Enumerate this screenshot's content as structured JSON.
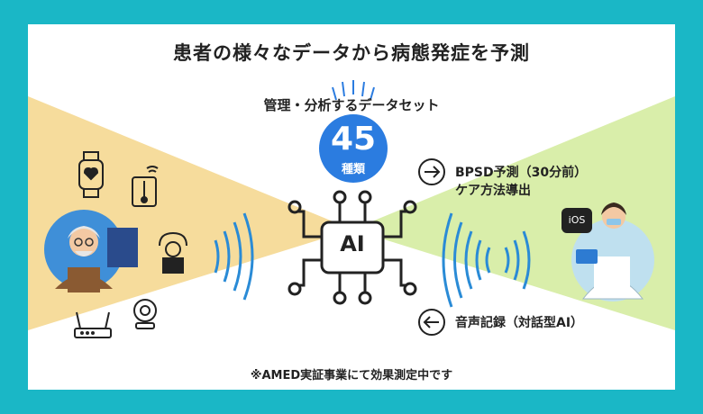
{
  "title": "患者の様々なデータから病態発症を予測",
  "subtitle": "管理・分析するデータセット",
  "badge": {
    "number": "45",
    "unit": "種類"
  },
  "center_label": "AI",
  "right_top": {
    "line1": "BPSD予測（30分前）",
    "line2": "ケア方法導出"
  },
  "right_bottom": "音声記録（対話型AI）",
  "ios_label": "iOS",
  "footnote": "※AMED実証事業にて効果測定中です",
  "colors": {
    "frame": "#1ab7c6",
    "badge": "#2b7ce0",
    "left_bg": "#f6dc9c",
    "right_bg": "#d9eeaa",
    "wave": "#2a8bd6"
  }
}
